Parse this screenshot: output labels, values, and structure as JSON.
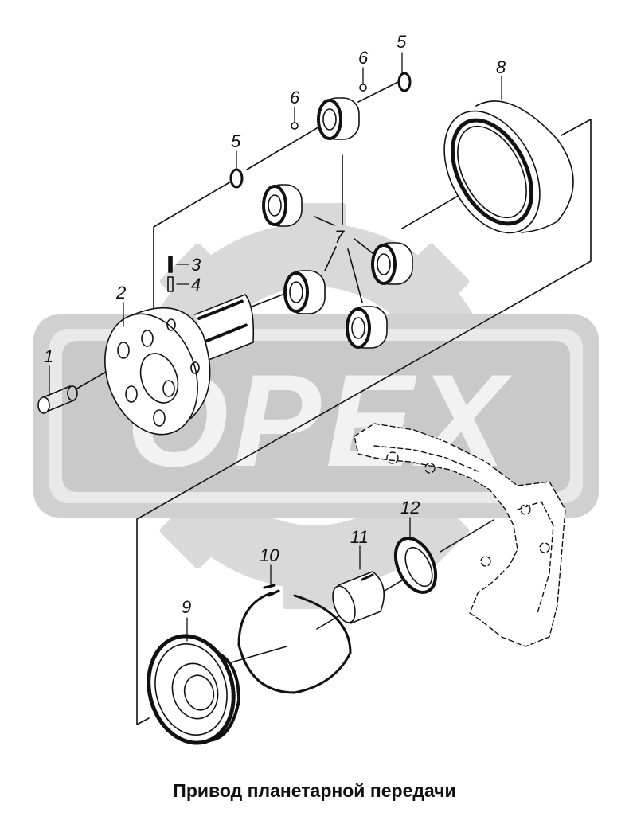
{
  "caption": "Привод планетарной передачи",
  "watermark": {
    "text": "OPEX",
    "color": "#d6d6d6"
  },
  "callouts": {
    "c1": "1",
    "c2": "2",
    "c3": "3",
    "c4": "4",
    "c5a": "5",
    "c5b": "5",
    "c6a": "6",
    "c6b": "6",
    "c7": "7",
    "c8": "8",
    "c9": "9",
    "c10": "10",
    "c11": "11",
    "c12": "12"
  },
  "colors": {
    "line": "#111111",
    "paper": "#ffffff"
  }
}
